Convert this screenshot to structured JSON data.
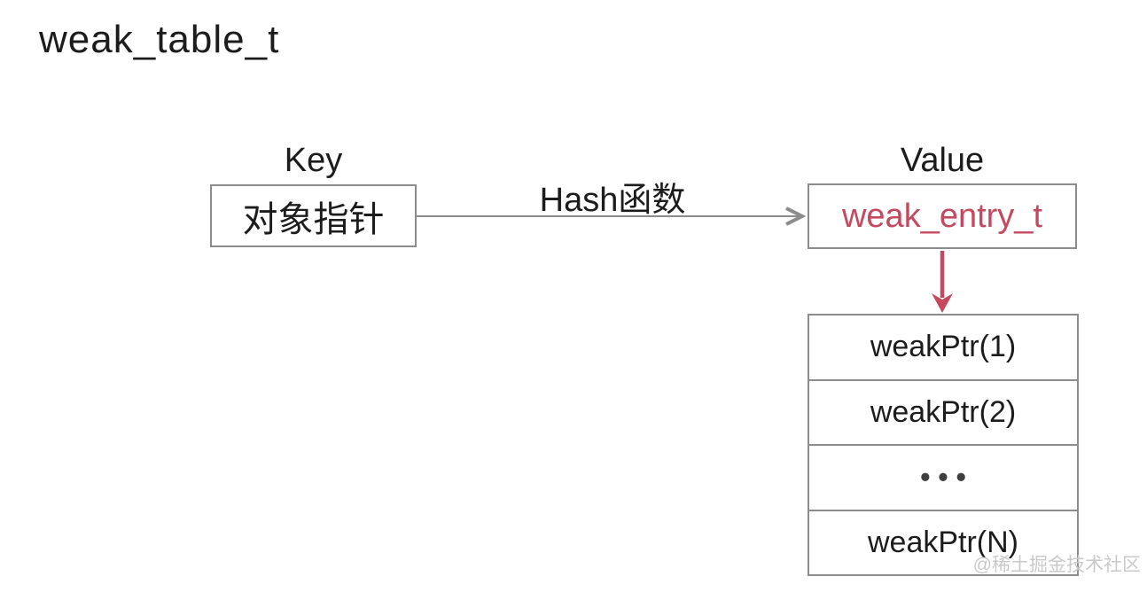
{
  "title": "weak_table_t",
  "diagram": {
    "key": {
      "label": "Key",
      "box_text": "对象指针"
    },
    "hash_arrow": {
      "label": "Hash函数"
    },
    "value": {
      "label": "Value",
      "box_text": "weak_entry_t"
    },
    "entry_table": {
      "rows": [
        "weakPtr(1)",
        "weakPtr(2)",
        "•••",
        "weakPtr(N)"
      ]
    }
  },
  "watermark": "@稀土掘金技术社区",
  "colors": {
    "accent_red": "#c4495e",
    "line_gray": "#8c8c8c",
    "text_black": "#1c1c1c",
    "watermark_gray": "#c9c9c9",
    "background": "#ffffff"
  }
}
